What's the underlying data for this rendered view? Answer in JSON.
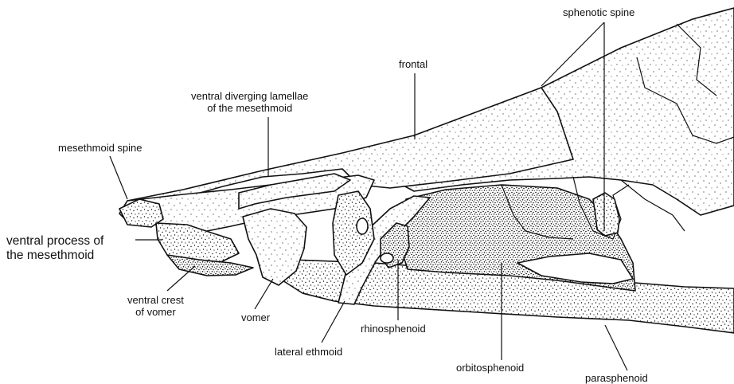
{
  "labels": {
    "sphenotic_spine": "sphenotic spine",
    "frontal": "frontal",
    "ventral_diverging_lamellae": "ventral diverging lamellae\nof the mesethmoid",
    "mesethmoid_spine": "mesethmoid spine",
    "ventral_process": "ventral process of\nthe mesethmoid",
    "ventral_crest_of_vomer": "ventral crest\nof vomer",
    "vomer": "vomer",
    "lateral_ethmoid": "lateral ethmoid",
    "rhinosphenoid": "rhinosphenoid",
    "orbitosphenoid": "orbitosphenoid",
    "parasphenoid": "parasphenoid"
  }
}
